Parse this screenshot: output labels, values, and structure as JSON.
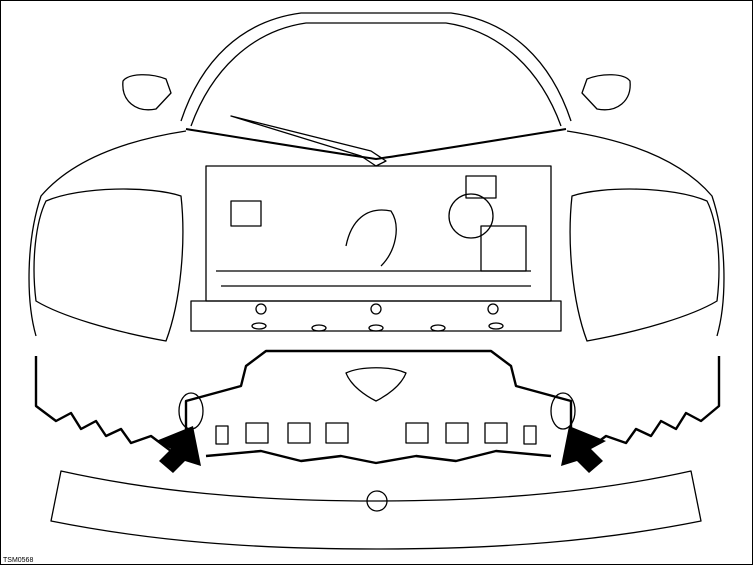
{
  "figure": {
    "reference_code": "TSM0568",
    "callouts": [
      "left-arrow",
      "right-arrow"
    ],
    "line_color": "#000000",
    "background": "#ffffff"
  }
}
